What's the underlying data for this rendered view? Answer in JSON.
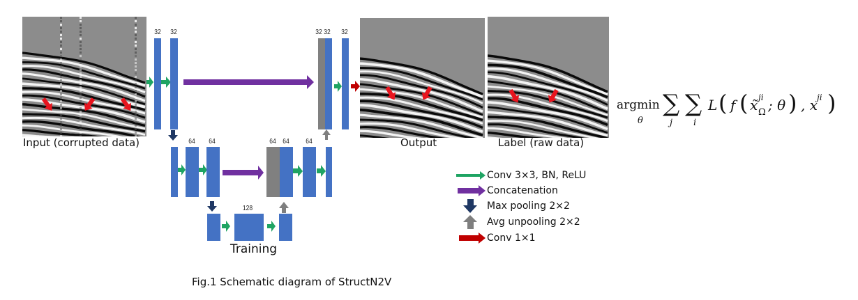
{
  "figure": {
    "caption": "Fig.1 Schematic diagram of StructN2V",
    "panels": {
      "input": "Input (corrupted data)",
      "output": "Output",
      "label": "Label (raw data)"
    },
    "section_label": "Training"
  },
  "network": {
    "level1": {
      "encoder_channels": [
        "32",
        "32"
      ],
      "decoder_channels": [
        "32",
        "32",
        "32"
      ]
    },
    "level2": {
      "encoder_channels": [
        "64",
        "64"
      ],
      "decoder_channels": [
        "64",
        "64",
        "64"
      ]
    },
    "bottleneck": {
      "channels": "128"
    }
  },
  "legend": [
    {
      "icon": "green-arrow-icon",
      "label": "Conv 3×3, BN, ReLU",
      "color": "#1fa463"
    },
    {
      "icon": "purple-arrow-icon",
      "label": "Concatenation",
      "color": "#7030a0"
    },
    {
      "icon": "navy-down-arrow-icon",
      "label": "Max pooling 2×2",
      "color": "#1f3864"
    },
    {
      "icon": "gray-up-arrow-icon",
      "label": "Avg unpooling 2×2",
      "color": "#7f7f7f"
    },
    {
      "icon": "red-arrow-icon",
      "label": "Conv 1×1",
      "color": "#c00000"
    }
  ],
  "formula": {
    "operator": "argmin",
    "operator_sub": "θ",
    "sum1_sub": "j",
    "sum2_sub": "i",
    "loss": "L",
    "func": "f",
    "var": "x̃",
    "var_sup": "ji",
    "var_sub": "Ω",
    "param": "; θ",
    "target": ", x",
    "target_sup": "ji"
  },
  "colors": {
    "block": "#4472c4",
    "concat_block": "#808080",
    "conv": "#1fa463",
    "concat": "#7030a0",
    "pool": "#1f3864",
    "unpool": "#7f7f7f",
    "out_conv": "#c00000",
    "marker": "#e8141e"
  }
}
